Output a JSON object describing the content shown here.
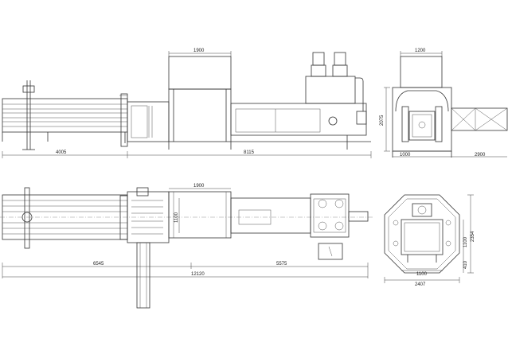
{
  "dimensions": {
    "side_hopper_width": "1900",
    "side_left_length": "4005",
    "side_right_length": "8115",
    "side_height": "2075",
    "front_top_width": "1200",
    "front_base_width": "1000",
    "front_conveyor_length": "2900",
    "top_hopper_width": "1900",
    "top_chamber_width": "1100",
    "top_left_length": "6545",
    "top_right_length": "5575",
    "top_total_length": "12120",
    "end_inner_width": "1100",
    "end_total_width": "2407",
    "end_height": "2354",
    "end_inner_height": "1100",
    "end_base_height": "410"
  }
}
